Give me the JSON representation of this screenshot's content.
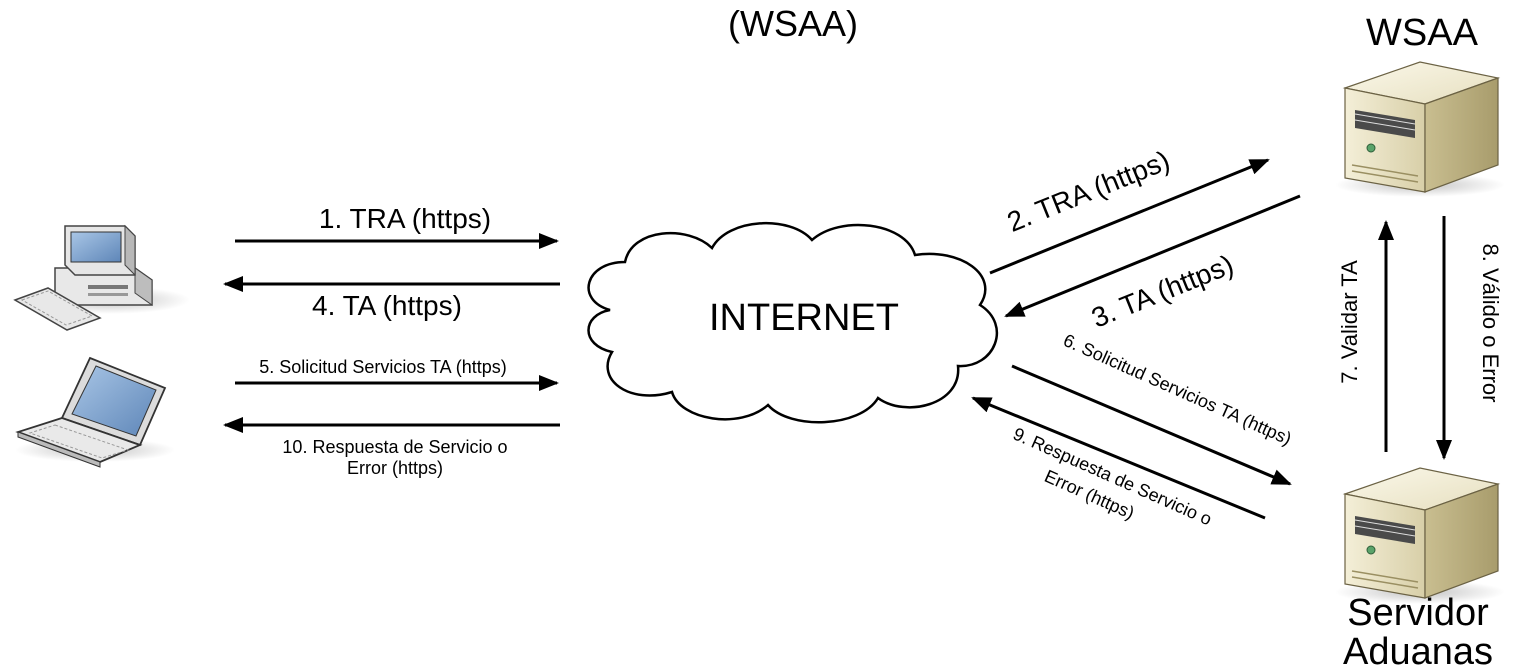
{
  "title": "(WSAA)",
  "cloud": {
    "label": "INTERNET"
  },
  "servers": {
    "wsaa": {
      "label": "WSAA"
    },
    "aduanas": {
      "label_line1": "Servidor",
      "label_line2": "Aduanas"
    }
  },
  "client_arrows": {
    "step1": "1. TRA (https)",
    "step4": "4. TA (https)",
    "step5": "5. Solicitud  Servicios TA (https)",
    "step10_line1": "10. Respuesta de Servicio o",
    "step10_line2": "Error (https)"
  },
  "server_arrows": {
    "step2": "2. TRA (https)",
    "step3": "3. TA (https)",
    "step6": "6. Solicitud  Servicios TA (https)",
    "step9_line1": "9. Respuesta de Servicio o",
    "step9_line2": "Error (https)",
    "step7": "7. Validar TA",
    "step8": "8. Válido o Error"
  }
}
